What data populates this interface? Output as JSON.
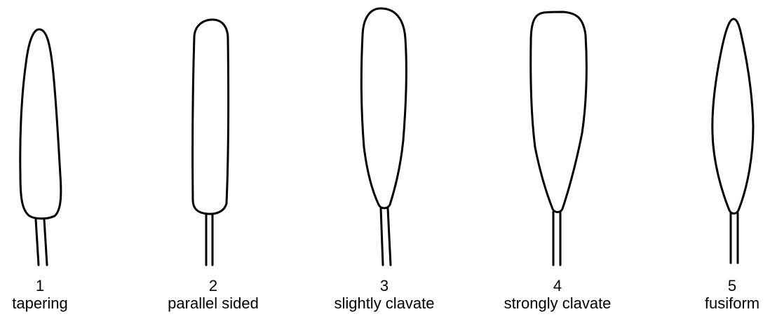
{
  "shapes": [
    {
      "number": "1",
      "name": "tapering"
    },
    {
      "number": "2",
      "name": "parallel sided"
    },
    {
      "number": "3",
      "name": "slightly clavate"
    },
    {
      "number": "4",
      "name": "strongly clavate"
    },
    {
      "number": "5",
      "name": "fusiform"
    }
  ]
}
